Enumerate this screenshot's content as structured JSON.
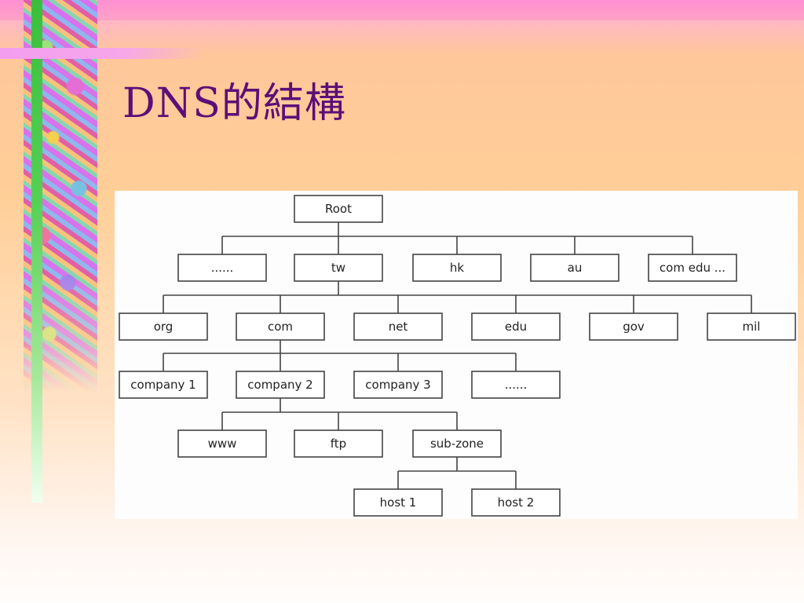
{
  "slide": {
    "title": "DNS的結構"
  },
  "diagram": {
    "nodes": [
      {
        "id": "root",
        "label": "Root"
      },
      {
        "id": "ellipsis-1",
        "label": "......"
      },
      {
        "id": "tw",
        "label": "tw"
      },
      {
        "id": "hk",
        "label": "hk"
      },
      {
        "id": "au",
        "label": "au"
      },
      {
        "id": "com-edu",
        "label": "com edu ..."
      },
      {
        "id": "org",
        "label": "org"
      },
      {
        "id": "com",
        "label": "com"
      },
      {
        "id": "net",
        "label": "net"
      },
      {
        "id": "edu",
        "label": "edu"
      },
      {
        "id": "gov",
        "label": "gov"
      },
      {
        "id": "mil",
        "label": "mil"
      },
      {
        "id": "company1",
        "label": "company 1"
      },
      {
        "id": "company2",
        "label": "company 2"
      },
      {
        "id": "company3",
        "label": "company 3"
      },
      {
        "id": "ellipsis-2",
        "label": "......"
      },
      {
        "id": "www",
        "label": "www"
      },
      {
        "id": "ftp",
        "label": "ftp"
      },
      {
        "id": "subzone",
        "label": "sub-zone"
      },
      {
        "id": "host1",
        "label": "host 1"
      },
      {
        "id": "host2",
        "label": "host 2"
      }
    ],
    "edges": [
      [
        "root",
        "ellipsis-1"
      ],
      [
        "root",
        "tw"
      ],
      [
        "root",
        "hk"
      ],
      [
        "root",
        "au"
      ],
      [
        "root",
        "com-edu"
      ],
      [
        "tw",
        "org"
      ],
      [
        "tw",
        "com"
      ],
      [
        "tw",
        "net"
      ],
      [
        "tw",
        "edu"
      ],
      [
        "tw",
        "gov"
      ],
      [
        "tw",
        "mil"
      ],
      [
        "com",
        "company1"
      ],
      [
        "com",
        "company2"
      ],
      [
        "com",
        "company3"
      ],
      [
        "com",
        "ellipsis-2"
      ],
      [
        "company2",
        "www"
      ],
      [
        "company2",
        "ftp"
      ],
      [
        "company2",
        "subzone"
      ],
      [
        "subzone",
        "host1"
      ],
      [
        "subzone",
        "host2"
      ]
    ]
  }
}
